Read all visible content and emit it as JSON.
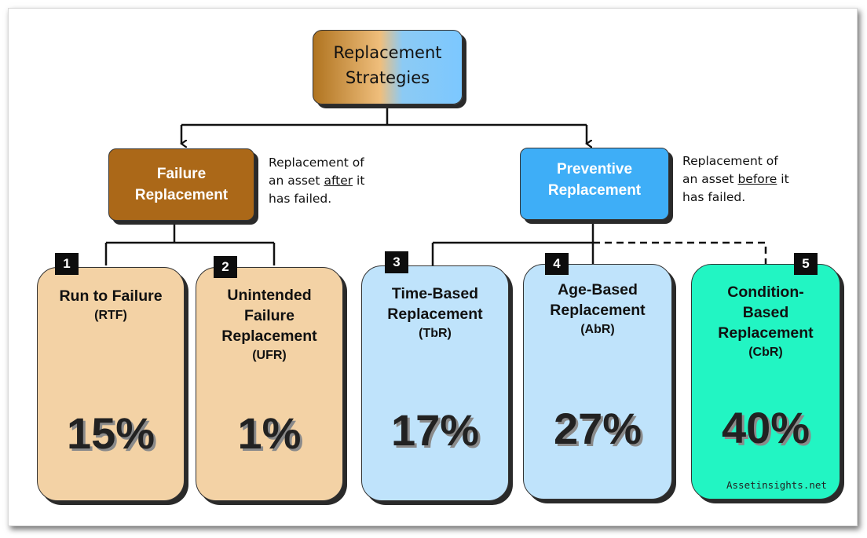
{
  "root": {
    "line1": "Replacement",
    "line2": "Strategies"
  },
  "failure": {
    "line1": "Failure",
    "line2": "Replacement",
    "note": {
      "pre": "Replacement of an asset ",
      "emph": "after",
      "post": " it has failed."
    }
  },
  "preventive": {
    "line1": "Preventive",
    "line2": "Replacement",
    "note": {
      "pre": "Replacement of an asset ",
      "emph": "before",
      "post": " it has failed."
    }
  },
  "strategies": [
    {
      "number": "1",
      "lines": [
        "Run to Failure"
      ],
      "abbr": "(RTF)",
      "percent": "15%",
      "value": 15
    },
    {
      "number": "2",
      "lines": [
        "Unintended",
        "Failure",
        "Replacement"
      ],
      "abbr": "(UFR)",
      "percent": "1%",
      "value": 1
    },
    {
      "number": "3",
      "lines": [
        "Time-Based",
        "Replacement"
      ],
      "abbr": "(TbR)",
      "percent": "17%",
      "value": 17
    },
    {
      "number": "4",
      "lines": [
        "Age-Based",
        "Replacement"
      ],
      "abbr": "(AbR)",
      "percent": "27%",
      "value": 27
    },
    {
      "number": "5",
      "lines": [
        "Condition-",
        "Based",
        "Replacement"
      ],
      "abbr": "(CbR)",
      "percent": "40%",
      "value": 40
    }
  ],
  "watermark": "Assetinsights.net",
  "colors": {
    "failure": "#ab6818",
    "preventive": "#3eaef7",
    "failure_card": "#f3d2a5",
    "preventive_card": "#bfe3fb",
    "condition_card": "#22f5c3"
  }
}
